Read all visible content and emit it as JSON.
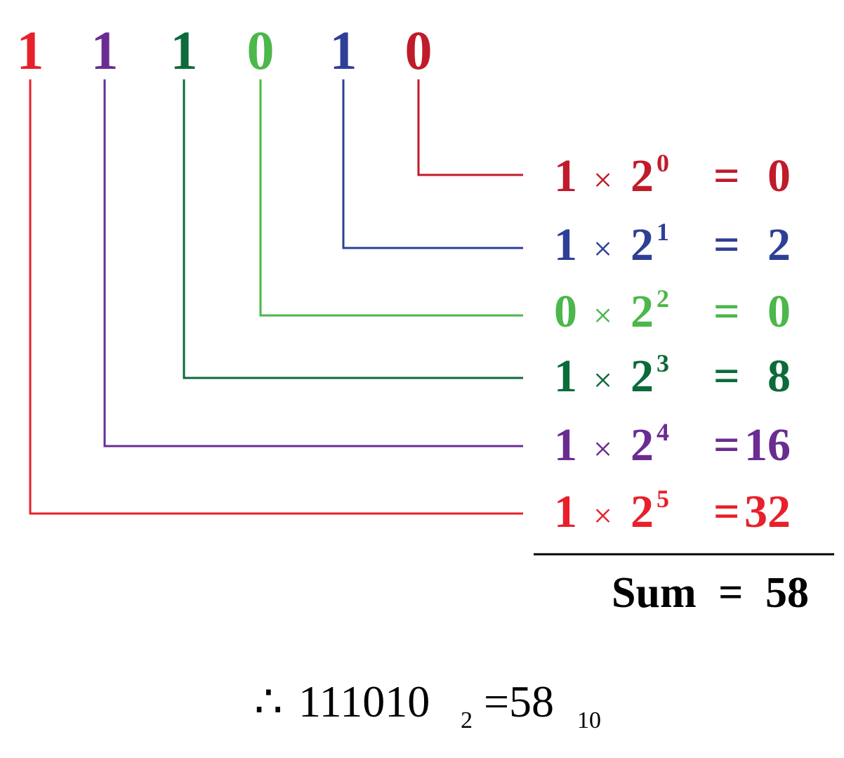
{
  "colors": {
    "red": "#e8202a",
    "purple": "#6a2c91",
    "dark_green": "#0b6b3a",
    "light_green": "#4cb74a",
    "blue": "#2e3f96",
    "crimson": "#c01b2a",
    "black": "#000000"
  },
  "binary_digits": [
    {
      "digit": "1",
      "color": "red"
    },
    {
      "digit": "1",
      "color": "purple"
    },
    {
      "digit": "1",
      "color": "dark_green"
    },
    {
      "digit": "0",
      "color": "light_green"
    },
    {
      "digit": "1",
      "color": "blue"
    },
    {
      "digit": "0",
      "color": "crimson"
    }
  ],
  "terms": [
    {
      "coefficient": "1",
      "times": "×",
      "base": "2",
      "exponent": "0",
      "equals": "=",
      "result": "0",
      "color": "crimson",
      "digit_index": 5
    },
    {
      "coefficient": "1",
      "times": "×",
      "base": "2",
      "exponent": "1",
      "equals": "=",
      "result": "2",
      "color": "blue",
      "digit_index": 4
    },
    {
      "coefficient": "0",
      "times": "×",
      "base": "2",
      "exponent": "2",
      "equals": "=",
      "result": "0",
      "color": "light_green",
      "digit_index": 3
    },
    {
      "coefficient": "1",
      "times": "×",
      "base": "2",
      "exponent": "3",
      "equals": "=",
      "result": "8",
      "color": "dark_green",
      "digit_index": 2
    },
    {
      "coefficient": "1",
      "times": "×",
      "base": "2",
      "exponent": "4",
      "equals": "=",
      "result": "16",
      "color": "purple",
      "digit_index": 1
    },
    {
      "coefficient": "1",
      "times": "×",
      "base": "2",
      "exponent": "5",
      "equals": "=",
      "result": "32",
      "color": "red",
      "digit_index": 0
    }
  ],
  "sum": {
    "label": "Sum",
    "equals": "=",
    "value": "58"
  },
  "conclusion": {
    "therefore": "∴",
    "binary": "111010",
    "binary_base": "2",
    "equals": "=",
    "decimal": "58",
    "decimal_base": "10"
  }
}
